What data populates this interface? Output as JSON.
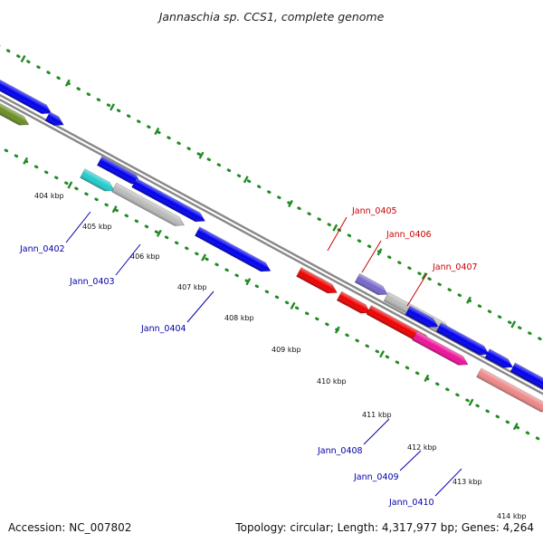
{
  "title": "Jannaschia sp. CCS1, complete genome",
  "footer": {
    "accession": "Accession: NC_007802",
    "summary": "Topology: circular; Length: 4,317,977 bp; Genes: 4,264"
  },
  "colors": {
    "blue": "#0000ee",
    "red": "#ee0000",
    "olive": "#6b8e23",
    "cyan": "#22cccc",
    "gray": "#bbbbbb",
    "purple": "#7766cc",
    "magenta": "#ee1199",
    "salmon": "#ee8888",
    "backbone": "#888888",
    "tick": "#228b22",
    "label_blue": "#0000aa",
    "label_red": "#cc0000"
  },
  "kbp_ticks": [
    "404 kbp",
    "405 kbp",
    "406 kbp",
    "407 kbp",
    "408 kbp",
    "409 kbp",
    "410 kbp",
    "411 kbp",
    "412 kbp",
    "413 kbp",
    "414 kbp"
  ],
  "gene_labels": [
    {
      "text": "Jann_0402",
      "color": "label_blue"
    },
    {
      "text": "Jann_0403",
      "color": "label_blue"
    },
    {
      "text": "Jann_0404",
      "color": "label_blue"
    },
    {
      "text": "Jann_0405",
      "color": "label_red"
    },
    {
      "text": "Jann_0406",
      "color": "label_red"
    },
    {
      "text": "Jann_0407",
      "color": "label_red"
    },
    {
      "text": "Jann_0408",
      "color": "label_blue"
    },
    {
      "text": "Jann_0409",
      "color": "label_blue"
    },
    {
      "text": "Jann_0410",
      "color": "label_blue"
    }
  ]
}
